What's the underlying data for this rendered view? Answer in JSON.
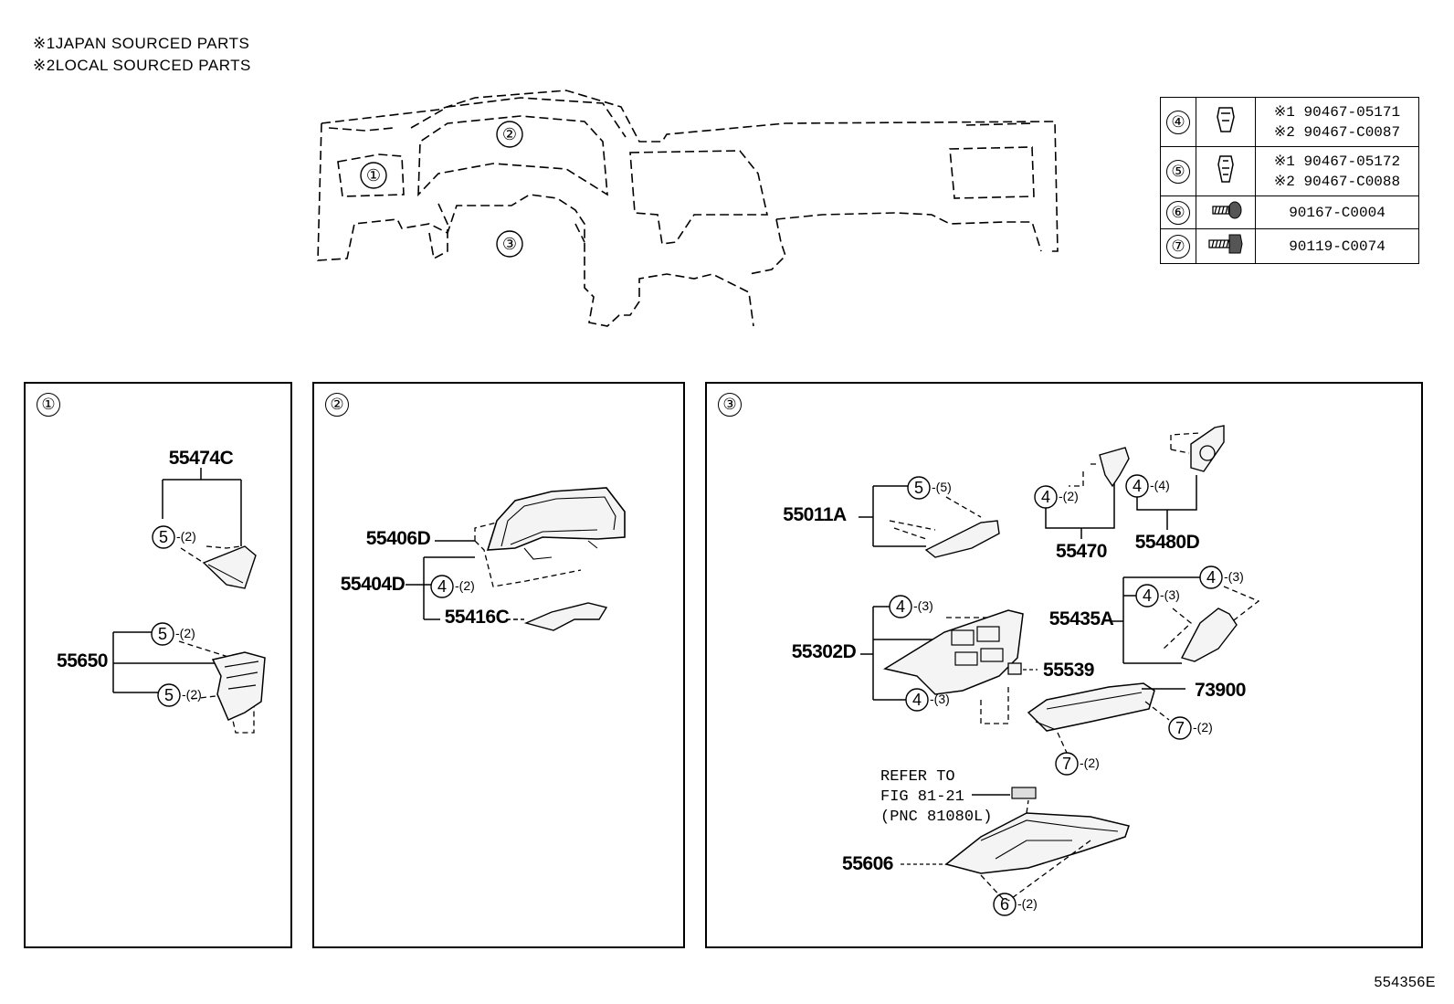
{
  "legend": [
    {
      "mark": "※1",
      "text": "JAPAN SOURCED PARTS"
    },
    {
      "mark": "※2",
      "text": "LOCAL SOURCED PARTS"
    }
  ],
  "overview": {
    "regions": [
      "①",
      "②",
      "③"
    ]
  },
  "parts_table": [
    {
      "id": "④",
      "lines": [
        "※1 90467-05171",
        "※2 90467-C0087"
      ]
    },
    {
      "id": "⑤",
      "lines": [
        "※1 90467-05172",
        "※2 90467-C0088"
      ]
    },
    {
      "id": "⑥",
      "lines": [
        "90167-C0004"
      ]
    },
    {
      "id": "⑦",
      "lines": [
        "90119-C0074"
      ]
    }
  ],
  "panels": [
    {
      "badge": "①",
      "labels": {
        "p55474C": "55474C",
        "p55650": "55650"
      },
      "callouts": [
        {
          "n": "5",
          "q": "-(2)"
        },
        {
          "n": "5",
          "q": "-(2)"
        },
        {
          "n": "5",
          "q": "-(2)"
        }
      ]
    },
    {
      "badge": "②",
      "labels": {
        "p55406D": "55406D",
        "p55404D": "55404D",
        "p55416C": "55416C"
      },
      "callouts": [
        {
          "n": "4",
          "q": "-(2)"
        }
      ]
    },
    {
      "badge": "③",
      "labels": {
        "p55011A": "55011A",
        "p55470": "55470",
        "p55480D": "55480D",
        "p55302D": "55302D",
        "p55539": "55539",
        "p55435A": "55435A",
        "p73900": "73900",
        "p55606": "55606"
      },
      "callouts": [
        {
          "n": "5",
          "q": "-(5)"
        },
        {
          "n": "4",
          "q": "-(2)"
        },
        {
          "n": "4",
          "q": "-(4)"
        },
        {
          "n": "4",
          "q": "-(3)"
        },
        {
          "n": "4",
          "q": "-(3)"
        },
        {
          "n": "4",
          "q": "-(3)"
        },
        {
          "n": "4",
          "q": "-(3)"
        },
        {
          "n": "7",
          "q": "-(2)"
        },
        {
          "n": "7",
          "q": "-(2)"
        },
        {
          "n": "6",
          "q": "-(2)"
        }
      ],
      "refer": [
        "REFER TO",
        "FIG 81-21",
        "(PNC 81080L)"
      ]
    }
  ],
  "figure_id": "554356E"
}
